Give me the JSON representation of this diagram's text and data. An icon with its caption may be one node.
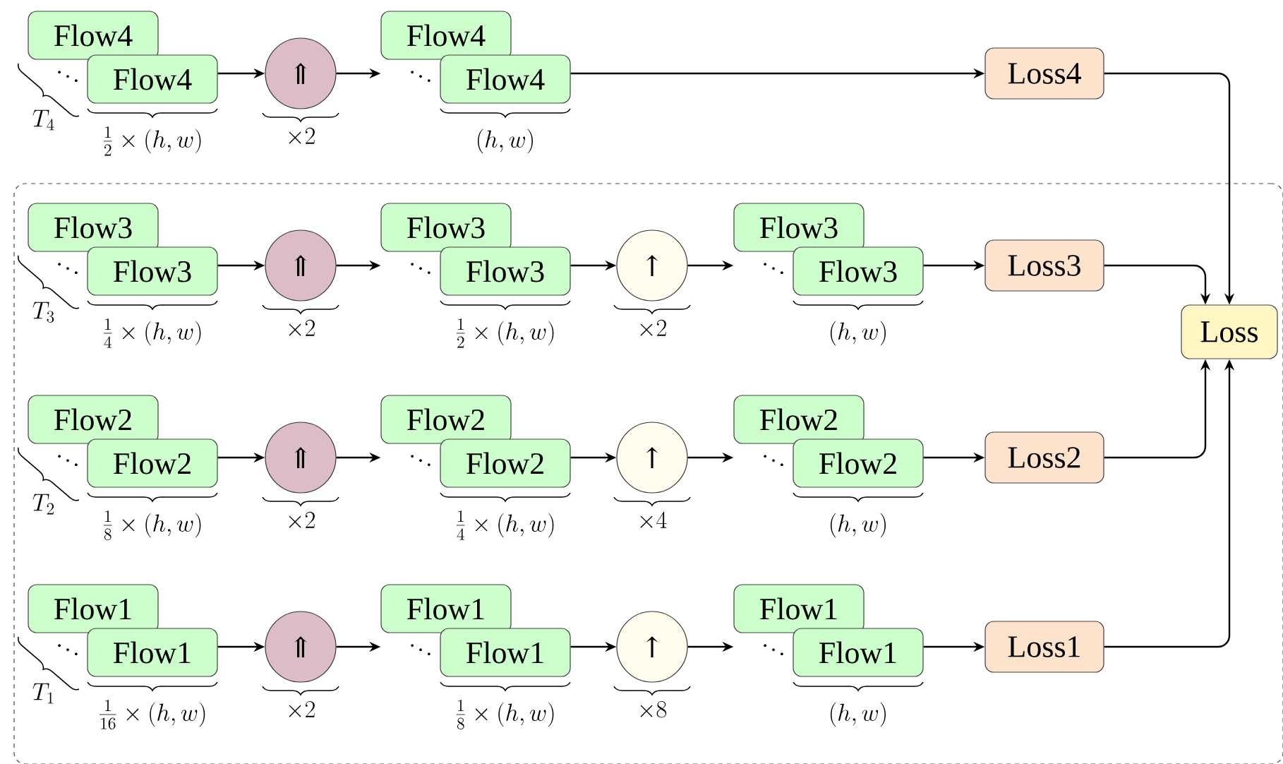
{
  "diagram": {
    "nodes": [
      {
        "text": [
          "Flow4"
        ],
        "beside": [
          "T_4"
        ]
      },
      {
        "text": [
          "Flow4"
        ],
        "beside": [
          "\\ddots",
          "\\frac{1}{2} \\times (h, w)"
        ]
      },
      {
        "text": [
          "⇑"
        ],
        "beside": [
          "\\times 2"
        ]
      },
      {
        "text": [
          "Flow4"
        ]
      },
      {
        "text": [
          "Flow4"
        ],
        "beside": [
          "\\ddots",
          "(h, w)"
        ]
      },
      {
        "text": [
          "Loss4"
        ]
      },
      {
        "text": [],
        "shape": "box"
      },
      {
        "text": [
          "Flow3"
        ],
        "beside": [
          "T_3"
        ],
        "in": 6
      },
      {
        "text": [
          "Flow3"
        ],
        "beside": [
          "\\ddots",
          "\\frac{1}{4} \\times (h, w)"
        ],
        "in": 6
      },
      {
        "text": [
          "⇑"
        ],
        "beside": [
          "\\times 2"
        ],
        "in": 6
      },
      {
        "text": [
          "Flow3"
        ],
        "in": 6
      },
      {
        "text": [
          "Flow3"
        ],
        "beside": [
          "\\ddots",
          "\\frac{1}{2} \\times (h, w)"
        ],
        "in": 6
      },
      {
        "text": [
          "↑"
        ],
        "beside": [
          "\\times 2"
        ],
        "in": 6
      },
      {
        "text": [
          "Flow3"
        ],
        "in": 6
      },
      {
        "text": [
          "Flow3"
        ],
        "beside": [
          "\\ddots",
          "(h, w)"
        ],
        "in": 6
      },
      {
        "text": [
          "Loss3"
        ],
        "in": 6
      },
      {
        "text": [
          "Flow2"
        ],
        "beside": [
          "T_2"
        ],
        "in": 6
      },
      {
        "text": [
          "Flow2"
        ],
        "beside": [
          "\\ddots",
          "\\frac{1}{8} \\times (h, w)"
        ],
        "in": 6
      },
      {
        "text": [
          "⇑"
        ],
        "beside": [
          "\\times 2"
        ],
        "in": 6
      },
      {
        "text": [
          "Flow2"
        ],
        "in": 6
      },
      {
        "text": [
          "Flow2"
        ],
        "beside": [
          "\\ddots",
          "\\frac{1}{4} \\times (h, w)"
        ],
        "in": 6
      },
      {
        "text": [
          "↑"
        ],
        "beside": [
          "\\times 4"
        ],
        "in": 6
      },
      {
        "text": [
          "Flow2"
        ],
        "in": 6
      },
      {
        "text": [
          "Flow2"
        ],
        "beside": [
          "\\ddots",
          "(h, w)"
        ],
        "in": 6
      },
      {
        "text": [
          "Loss2"
        ],
        "in": 6
      },
      {
        "text": [
          "Flow1"
        ],
        "beside": [
          "T_1"
        ],
        "in": 6
      },
      {
        "text": [
          "Flow1"
        ],
        "beside": [
          "\\ddots",
          "\\frac{1}{16} \\times (h, w)"
        ],
        "in": 6
      },
      {
        "text": [
          "⇑"
        ],
        "beside": [
          "\\times 2"
        ],
        "in": 6
      },
      {
        "text": [
          "Flow1"
        ],
        "in": 6
      },
      {
        "text": [
          "Flow1"
        ],
        "beside": [
          "\\ddots",
          "\\frac{1}{8} \\times (h, w)"
        ],
        "in": 6
      },
      {
        "text": [
          "↑"
        ],
        "beside": [
          "\\times 8"
        ],
        "in": 6
      },
      {
        "text": [
          "Flow1"
        ],
        "in": 6
      },
      {
        "text": [
          "Flow1"
        ],
        "beside": [
          "\\ddots",
          "(h, w)"
        ],
        "in": 6
      },
      {
        "text": [
          "Loss1"
        ],
        "in": 6
      },
      {
        "text": [
          "Loss"
        ],
        "in": 6
      }
    ],
    "edges": [
      {
        "from": 1,
        "to": 2,
        "arrow": "to"
      },
      {
        "from": 2,
        "to": 3,
        "arrow": "to"
      },
      {
        "from": 4,
        "to": 5,
        "arrow": "to"
      },
      {
        "from": 5,
        "to": 34,
        "arrow": "to"
      },
      {
        "from": 8,
        "to": 9,
        "arrow": "to"
      },
      {
        "from": 9,
        "to": 10,
        "arrow": "to"
      },
      {
        "from": 11,
        "to": 12,
        "arrow": "to"
      },
      {
        "from": 12,
        "to": 13,
        "arrow": "to"
      },
      {
        "from": 14,
        "to": 15,
        "arrow": "to"
      },
      {
        "from": 15,
        "to": 34,
        "arrow": "to"
      },
      {
        "from": 17,
        "to": 18,
        "arrow": "to"
      },
      {
        "from": 18,
        "to": 19,
        "arrow": "to"
      },
      {
        "from": 20,
        "to": 21,
        "arrow": "to"
      },
      {
        "from": 21,
        "to": 22,
        "arrow": "to"
      },
      {
        "from": 23,
        "to": 24,
        "arrow": "to"
      },
      {
        "from": 24,
        "to": 34,
        "arrow": "to"
      },
      {
        "from": 26,
        "to": 27,
        "arrow": "to"
      },
      {
        "from": 27,
        "to": 28,
        "arrow": "to"
      },
      {
        "from": 29,
        "to": 30,
        "arrow": "to"
      },
      {
        "from": 30,
        "to": 31,
        "arrow": "to"
      },
      {
        "from": 32,
        "to": 33,
        "arrow": "to"
      },
      {
        "from": 33,
        "to": 34,
        "arrow": "to"
      }
    ]
  }
}
